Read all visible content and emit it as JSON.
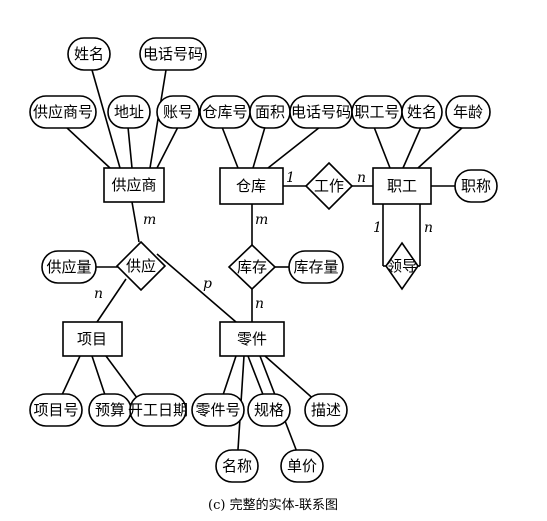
{
  "caption": "(c)  完整的实体-联系图",
  "entities": {
    "supplier": "供应商",
    "warehouse": "仓库",
    "employee": "职工",
    "project": "项目",
    "part": "零件"
  },
  "relationships": {
    "supply": "供应",
    "work": "工作",
    "stock": "库存",
    "lead": "领导"
  },
  "attributes": {
    "supplier_name": "姓名",
    "supplier_phone": "电话号码",
    "supplier_no": "供应商号",
    "supplier_address": "地址",
    "supplier_account": "账号",
    "warehouse_no": "仓库号",
    "warehouse_area": "面积",
    "warehouse_phone": "电话号码",
    "employee_no": "职工号",
    "employee_name": "姓名",
    "employee_age": "年龄",
    "employee_title": "职称",
    "supply_quantity": "供应量",
    "stock_quantity": "库存量",
    "project_no": "项目号",
    "project_budget": "预算",
    "project_start_date": "开工日期",
    "part_no": "零件号",
    "part_spec": "规格",
    "part_desc": "描述",
    "part_name": "名称",
    "part_price": "单价"
  },
  "cardinalities": {
    "supplier_supply": "m",
    "supply_project": "n",
    "supply_part": "p",
    "warehouse_work": "1",
    "work_employee": "n",
    "warehouse_stock": "m",
    "stock_part": "n",
    "employee_lead_one": "1",
    "employee_lead_many": "n"
  }
}
